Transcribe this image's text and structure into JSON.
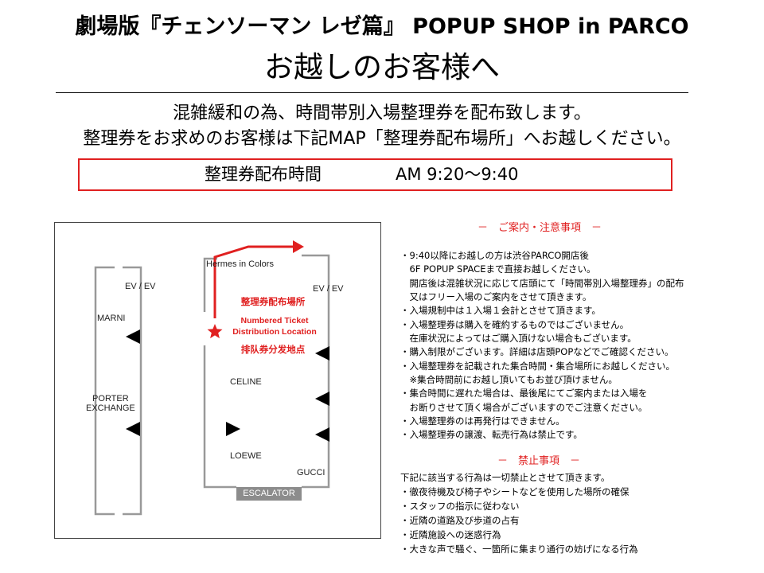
{
  "header": {
    "title": "劇場版『チェンソーマン レゼ篇』 POPUP SHOP in PARCO",
    "subtitle": "お越しのお客様へ"
  },
  "notice": {
    "line1": "混雑緩和の為、時間帯別入場整理券を配布致します。",
    "line2": "整理券をお求めのお客様は下記MAP「整理券配布場所」へお越しください。"
  },
  "distribution_time": {
    "label": "整理券配布時間",
    "time": "AM 9:20～9:40"
  },
  "map": {
    "shops": {
      "hermes": "Hermes in Colors",
      "marni": "MARNI",
      "porter": "PORTER\nEXCHANGE",
      "celine": "CELINE",
      "loewe": "LOEWE",
      "gucci": "GUCCI"
    },
    "ev_left": "EV / EV",
    "ev_right": "EV / EV",
    "escalator": "ESCALATOR",
    "location_ja": "整理券配布場所",
    "location_en": "Numbered Ticket\nDistribution Location",
    "location_zh": "排队券分发地点",
    "accent_color": "#e02020"
  },
  "notes": {
    "heading": "－　ご案内・注意事項　－",
    "lines": [
      "・9:40以降にお越しの方は渋谷PARCO開店後",
      "　6F POPUP SPACEまで直接お越しください。",
      "　開店後は混雑状況に応じて店頭にて「時間帯別入場整理券」の配布",
      "　又はフリー入場のご案内をさせて頂きます。",
      "・入場規制中は１入場１会計とさせて頂きます。",
      "・入場整理券は購入を確約するものではございません。",
      "　在庫状況によってはご購入頂けない場合もございます。",
      "・購入制限がございます。詳細は店頭POPなどでご確認ください。",
      "・入場整理券を記載された集合時間・集合場所にお越しください。",
      "　※集合時間前にお越し頂いてもお並び頂けません。",
      "・集合時間に遅れた場合は、最後尾にてご案内または入場を",
      "　お断りさせて頂く場合がございますのでご注意ください。",
      "・入場整理券のは再発行はできません。",
      "・入場整理券の譲渡、転売行為は禁止です。"
    ]
  },
  "prohibited": {
    "heading": "－　禁止事項　－",
    "lines": [
      "下記に該当する行為は一切禁止とさせて頂きます。",
      "・徹夜待機及び椅子やシートなどを使用した場所の確保",
      "・スタッフの指示に従わない",
      "・近隣の道路及び歩道の占有",
      "・近隣施設への迷惑行為",
      "・大きな声で騒ぐ、一箇所に集まり通行の妨げになる行為"
    ]
  }
}
